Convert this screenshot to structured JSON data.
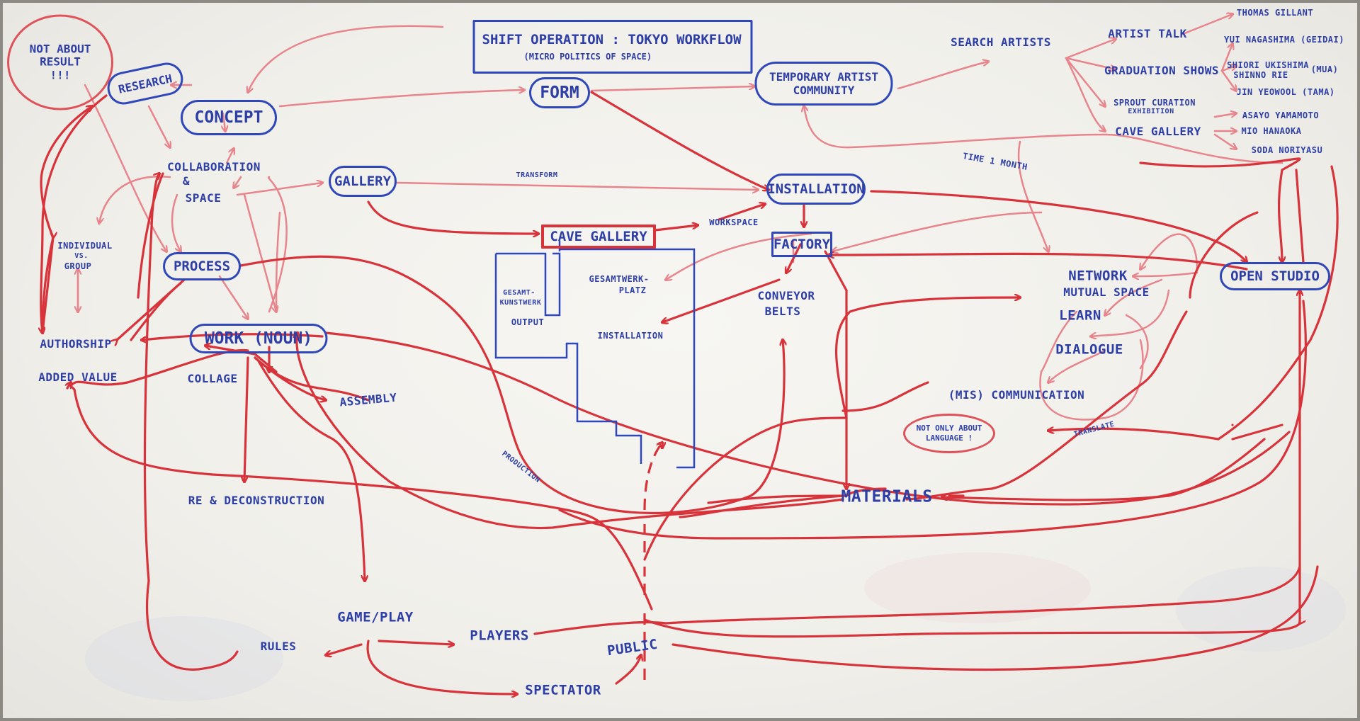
{
  "title": {
    "main": "SHIFT OPERATION : TOKYO WORKFLOW",
    "sub": "(MICRO POLITICS OF SPACE)"
  },
  "notes": {
    "not_about_result": "NOT ABOUT RESULT !!!",
    "not_only_language": "NOT ONLY ABOUT LANGUAGE !"
  },
  "nodes": {
    "research": "RESEARCH",
    "concept": "CONCEPT",
    "form": "FORM",
    "temporary_artist_community": "TEMPORARY ARTIST COMMUNITY",
    "search_artists": "SEARCH ARTISTS",
    "artist_talk": "ARTIST TALK",
    "graduation_shows": "GRADUATION SHOWS",
    "sprout_curation": "SPROUT CURATION",
    "exhibition": "EXHIBITION",
    "cave_gallery_right": "CAVE GALLERY",
    "collaboration": "COLLABORATION",
    "amp": "&",
    "space": "SPACE",
    "gallery": "GALLERY",
    "transform": "TRANSFORM",
    "installation_top": "INSTALLATION",
    "time_1_month": "TIME 1 MONTH",
    "cave_gallery_center": "CAVE GALLERY",
    "workspace": "WORKSPACE",
    "factory": "FACTORY",
    "individual": "INDIVIDUAL",
    "vs": "VS.",
    "group": "GROUP",
    "process": "PROCESS",
    "gesamtkunstwerk_1": "GESAMT-",
    "gesamtkunstwerk_2": "KUNSTWERK",
    "output": "OUTPUT",
    "gesamtwerkplatz_1": "GESAMTWERK-",
    "gesamtwerkplatz_2": "PLATZ",
    "installation_mid": "INSTALLATION",
    "conveyor_belts_1": "CONVEYOR",
    "conveyor_belts_2": "BELTS",
    "network": "NETWORK",
    "mutual_space": "MUTUAL SPACE",
    "learn": "LEARN",
    "open_studio": "OPEN STUDIO",
    "authorship": "AUTHORSHIP",
    "work_noun": "WORK (NOUN)",
    "added_value": "ADDED VALUE",
    "collage": "COLLAGE",
    "assembly": "ASSEMBLY",
    "dialogue": "DIALOGUE",
    "mis_communication": "(MIS) COMMUNICATION",
    "translate": "TRANSLATE",
    "production": "PRODUCTION",
    "re_deconstruction": "RE & DECONSTRUCTION",
    "materials": "MATERIALS",
    "game_play": "GAME/PLAY",
    "rules": "RULES",
    "players": "PLAYERS",
    "public": "PUBLIC",
    "spectator": "SPECTATOR"
  },
  "artists": {
    "thomas_gillant": "THOMAS GILLANT",
    "yui_nagashima": "YUI NAGASHIMA (GEIDAI)",
    "shiori_ukishima": "SHIORI UKISHIMA",
    "shinno_rie": "SHINNO RIE",
    "mua": "(MUA)",
    "jin_yeowool": "JIN YEOWOOL (TAMA)",
    "asayo_yamamoto": "ASAYO YAMAMOTO",
    "mio_hanaoka": "MIO HANAOKA",
    "soda_noriyasu": "SODA NORIYASU"
  },
  "colors": {
    "board": "#f3f2ee",
    "blue_marker": "#2d3ea6",
    "red_marker": "#d8333a",
    "pink_marker": "#e8858c"
  }
}
